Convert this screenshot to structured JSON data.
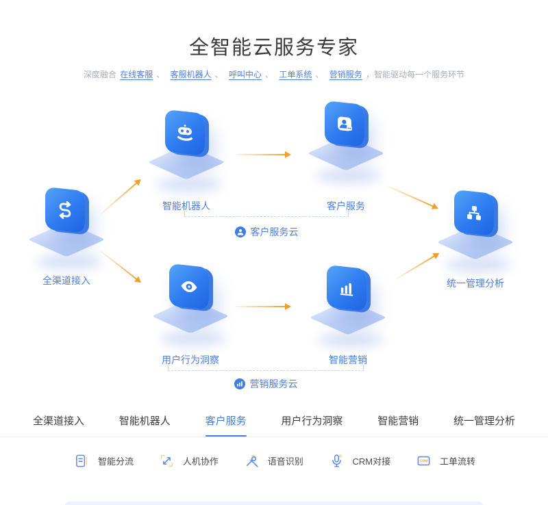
{
  "header": {
    "title": "全智能云服务专家",
    "subtitle": {
      "prefix": "深度融合",
      "links": [
        "在线客服",
        "客服机器人",
        "呼叫中心",
        "工单系统",
        "营销服务"
      ],
      "separator": "、",
      "suffix": "，智能驱动每一个服务环节"
    }
  },
  "diagram": {
    "nodes": [
      {
        "label": "全渠道接入",
        "icon": "shuffle-arrows-icon"
      },
      {
        "label": "智能机器人",
        "icon": "robot-icon"
      },
      {
        "label": "客户服务",
        "icon": "user-chat-icon"
      },
      {
        "label": "用户行为洞察",
        "icon": "eye-icon"
      },
      {
        "label": "智能营销",
        "icon": "bar-chart-icon"
      },
      {
        "label": "统一管理分析",
        "icon": "org-chart-icon"
      }
    ],
    "groups": [
      {
        "label": "客户服务云",
        "icon": "user-circle-icon"
      },
      {
        "label": "营销服务云",
        "icon": "chart-circle-icon"
      }
    ]
  },
  "tabs": {
    "active": "客户服务",
    "items": [
      "全渠道接入",
      "智能机器人",
      "客户服务",
      "用户行为洞察",
      "智能营销",
      "统一管理分析"
    ]
  },
  "features": [
    {
      "label": "智能分流",
      "icon": "split-list-icon"
    },
    {
      "label": "人机协作",
      "icon": "diagonal-arrows-icon"
    },
    {
      "label": "语音识别",
      "icon": "voice-tools-icon"
    },
    {
      "label": "CRM对接",
      "icon": "microphone-icon"
    },
    {
      "label": "工单流转",
      "icon": "ticket-card-icon",
      "icon_text": "CRM"
    }
  ],
  "colors": {
    "accent_blue": "#3f7ce8",
    "label_blue": "#4f7ee8",
    "tile_blue_start": "#55a4f8",
    "tile_blue_end": "#1f63e2",
    "platform_blue": "#c0d2f6",
    "arrow_orange": "#efa02f",
    "text_dark": "#3a3a3a",
    "text_gray": "#a6adb8"
  }
}
